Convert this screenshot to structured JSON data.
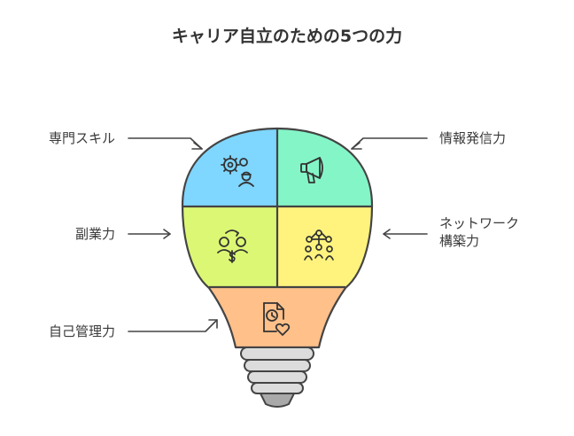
{
  "title": "キャリア自立のための5つの力",
  "segments": [
    {
      "key": "senmon",
      "label": "専門スキル",
      "color": "#7fd6ff",
      "icon": "gears-person-icon"
    },
    {
      "key": "joho",
      "label": "情報発信力",
      "color": "#84f5c7",
      "icon": "megaphone-icon"
    },
    {
      "key": "fukugyo",
      "label": "副業力",
      "color": "#dcf774",
      "icon": "people-exchange-money-icon"
    },
    {
      "key": "network",
      "label_line1": "ネットワーク",
      "label_line2": "構築力",
      "color": "#fff37e",
      "icon": "network-people-icon"
    },
    {
      "key": "jiko",
      "label": "自己管理力",
      "color": "#ffc08a",
      "icon": "clock-document-heart-icon"
    }
  ],
  "colors": {
    "outline": "#444444",
    "base_light": "#dcdcdc",
    "base_dark": "#a9a9a9"
  }
}
